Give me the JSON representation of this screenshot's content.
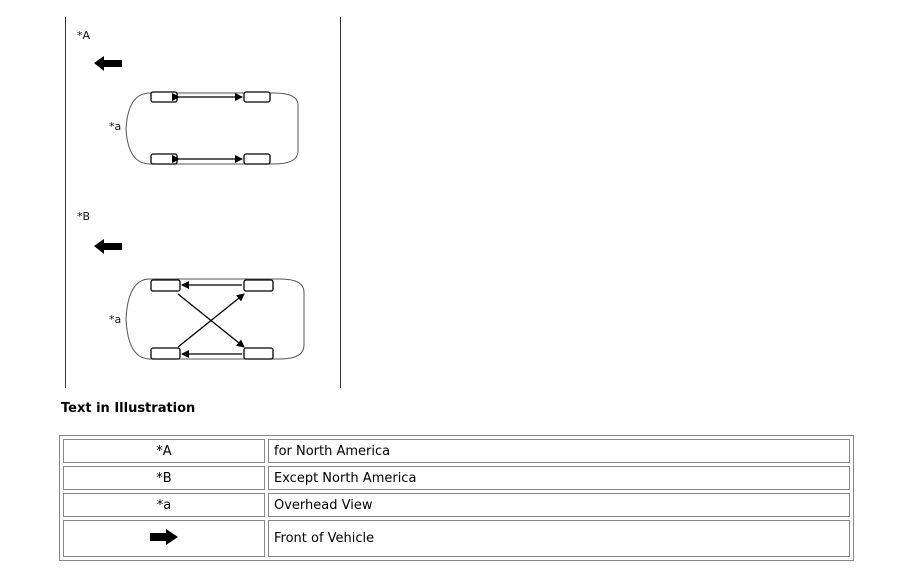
{
  "illustration": {
    "label_a": "*A",
    "label_b": "*B",
    "label_overhead": "*a"
  },
  "section_title": "Text in Illustration",
  "legend": {
    "rows": [
      {
        "code": "*A",
        "text": "for North America"
      },
      {
        "code": "*B",
        "text": "Except North America"
      },
      {
        "code": "*a",
        "text": "Overhead View"
      },
      {
        "code_icon": "right-arrow-icon",
        "text": "Front of Vehicle"
      }
    ]
  }
}
